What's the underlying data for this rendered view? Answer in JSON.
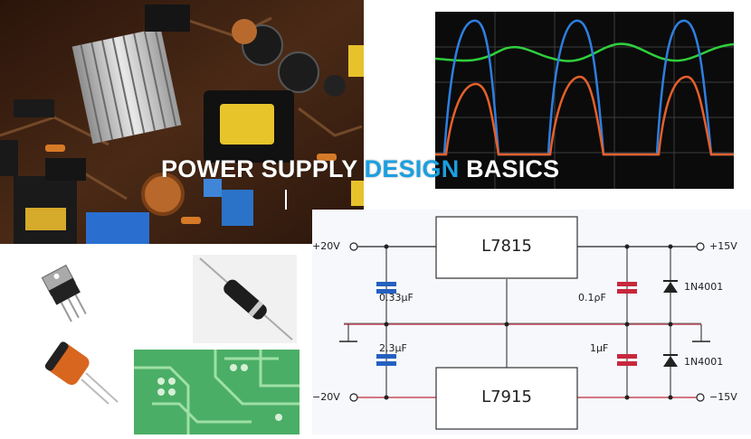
{
  "title": {
    "part1": "POWER SUPPLY ",
    "accent": "DESIGN",
    "part2": " BASICS",
    "accent_color": "#1aa0e0"
  },
  "schematic": {
    "in_pos": "+20V",
    "in_neg": "−20V",
    "out_pos": "+15V",
    "out_neg": "−15V",
    "reg_top": "L7815",
    "reg_bottom": "L7915",
    "cap_in_top": "0.33μF",
    "cap_in_bottom": "2.3μF",
    "cap_out_top": "0.1ρF",
    "cap_out_bottom": "1μF",
    "diode_top": "1N4001",
    "diode_bottom": "1N4001"
  },
  "photos": {
    "pcb_board": "pcb-photo",
    "oscilloscope": "scope-waveform",
    "voltage_regulator": "to220-regulator",
    "diode": "axial-diode",
    "capacitor": "electrolytic-capacitor",
    "green_pcb": "green-pcb-traces"
  },
  "colors": {
    "scope_blue": "#2e7fe0",
    "scope_orange": "#e6602a",
    "scope_green": "#2fcf3c",
    "cap_blue": "#2460c0",
    "cap_red": "#c8283c",
    "trace_red": "#c84a5a"
  }
}
